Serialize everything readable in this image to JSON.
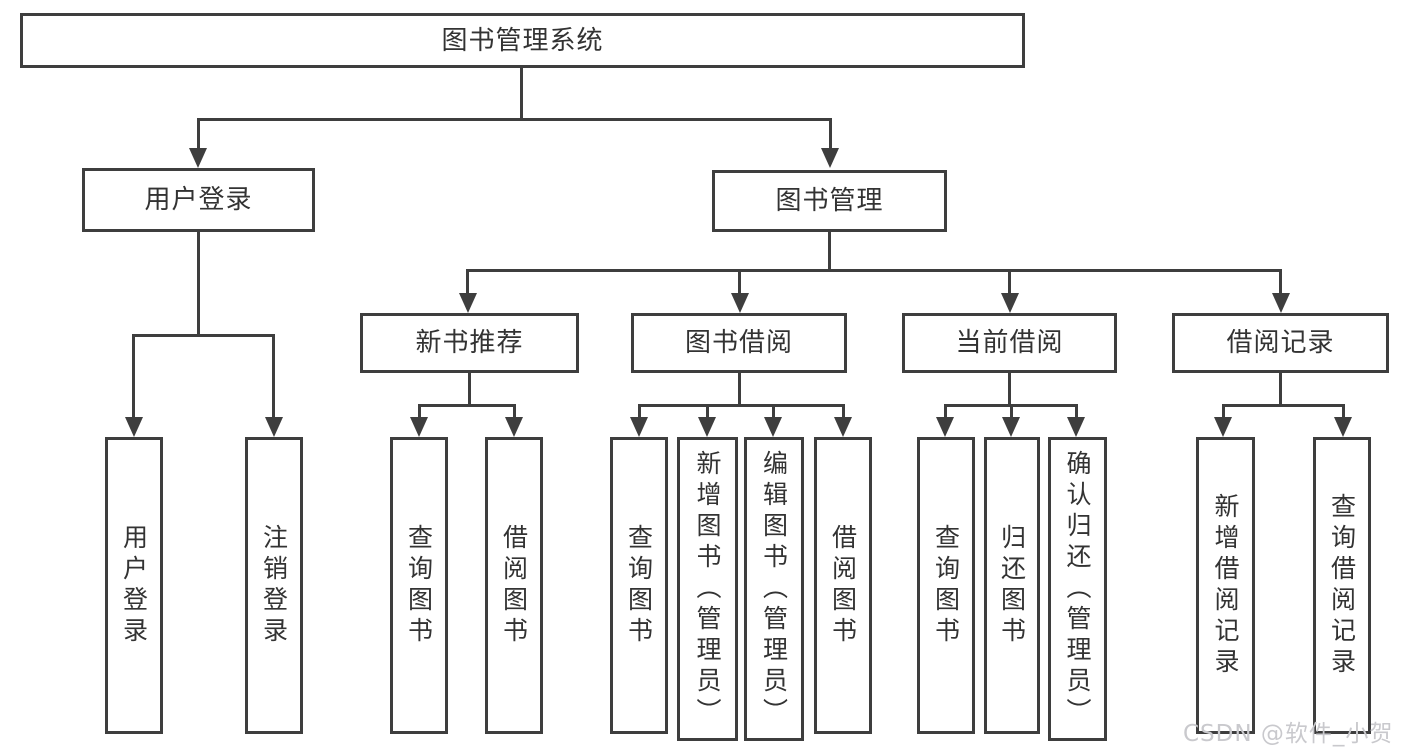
{
  "diagram": {
    "root": {
      "label": "图书管理系统"
    },
    "level2": [
      {
        "label": "用户登录"
      },
      {
        "label": "图书管理"
      }
    ],
    "level3": [
      {
        "label": "新书推荐"
      },
      {
        "label": "图书借阅"
      },
      {
        "label": "当前借阅"
      },
      {
        "label": "借阅记录"
      }
    ],
    "leaves": [
      {
        "label": "用户登录"
      },
      {
        "label": "注销登录"
      },
      {
        "label": "查询图书"
      },
      {
        "label": "借阅图书"
      },
      {
        "label": "查询图书"
      },
      {
        "label": "新增图书（管理员）"
      },
      {
        "label": "编辑图书（管理员）"
      },
      {
        "label": "借阅图书"
      },
      {
        "label": "查询图书"
      },
      {
        "label": "归还图书"
      },
      {
        "label": "确认归还（管理员）"
      },
      {
        "label": "新增借阅记录"
      },
      {
        "label": "查询借阅记录"
      }
    ]
  },
  "watermark": {
    "text": "CSDN @软件_小贺同学"
  },
  "colors": {
    "line": "#3e3e3e",
    "text": "#333333",
    "background": "#ffffff",
    "watermark": "#c9c9cd"
  }
}
